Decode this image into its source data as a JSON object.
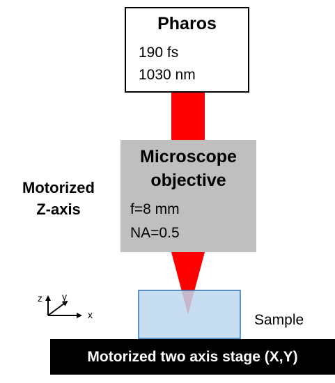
{
  "laser": {
    "name": "Pharos",
    "pulse_duration": "190 fs",
    "wavelength": "1030 nm"
  },
  "objective": {
    "title_line1": "Microscope",
    "title_line2": "objective",
    "focal_length": "f=8 mm",
    "numerical_aperture": "NA=0.5"
  },
  "z_axis": {
    "label_line1": "Motorized",
    "label_line2": "Z-axis"
  },
  "sample": {
    "label": "Sample"
  },
  "stage": {
    "label": "Motorized two axis stage (X,Y)"
  },
  "axes": {
    "z": "z",
    "y": "y",
    "x": "x"
  },
  "colors": {
    "beam": "#ff0000",
    "objective": "#bfbfbf",
    "sample_fill": "#bdd7ee",
    "sample_border": "#2e75b6",
    "stage": "#000000"
  }
}
